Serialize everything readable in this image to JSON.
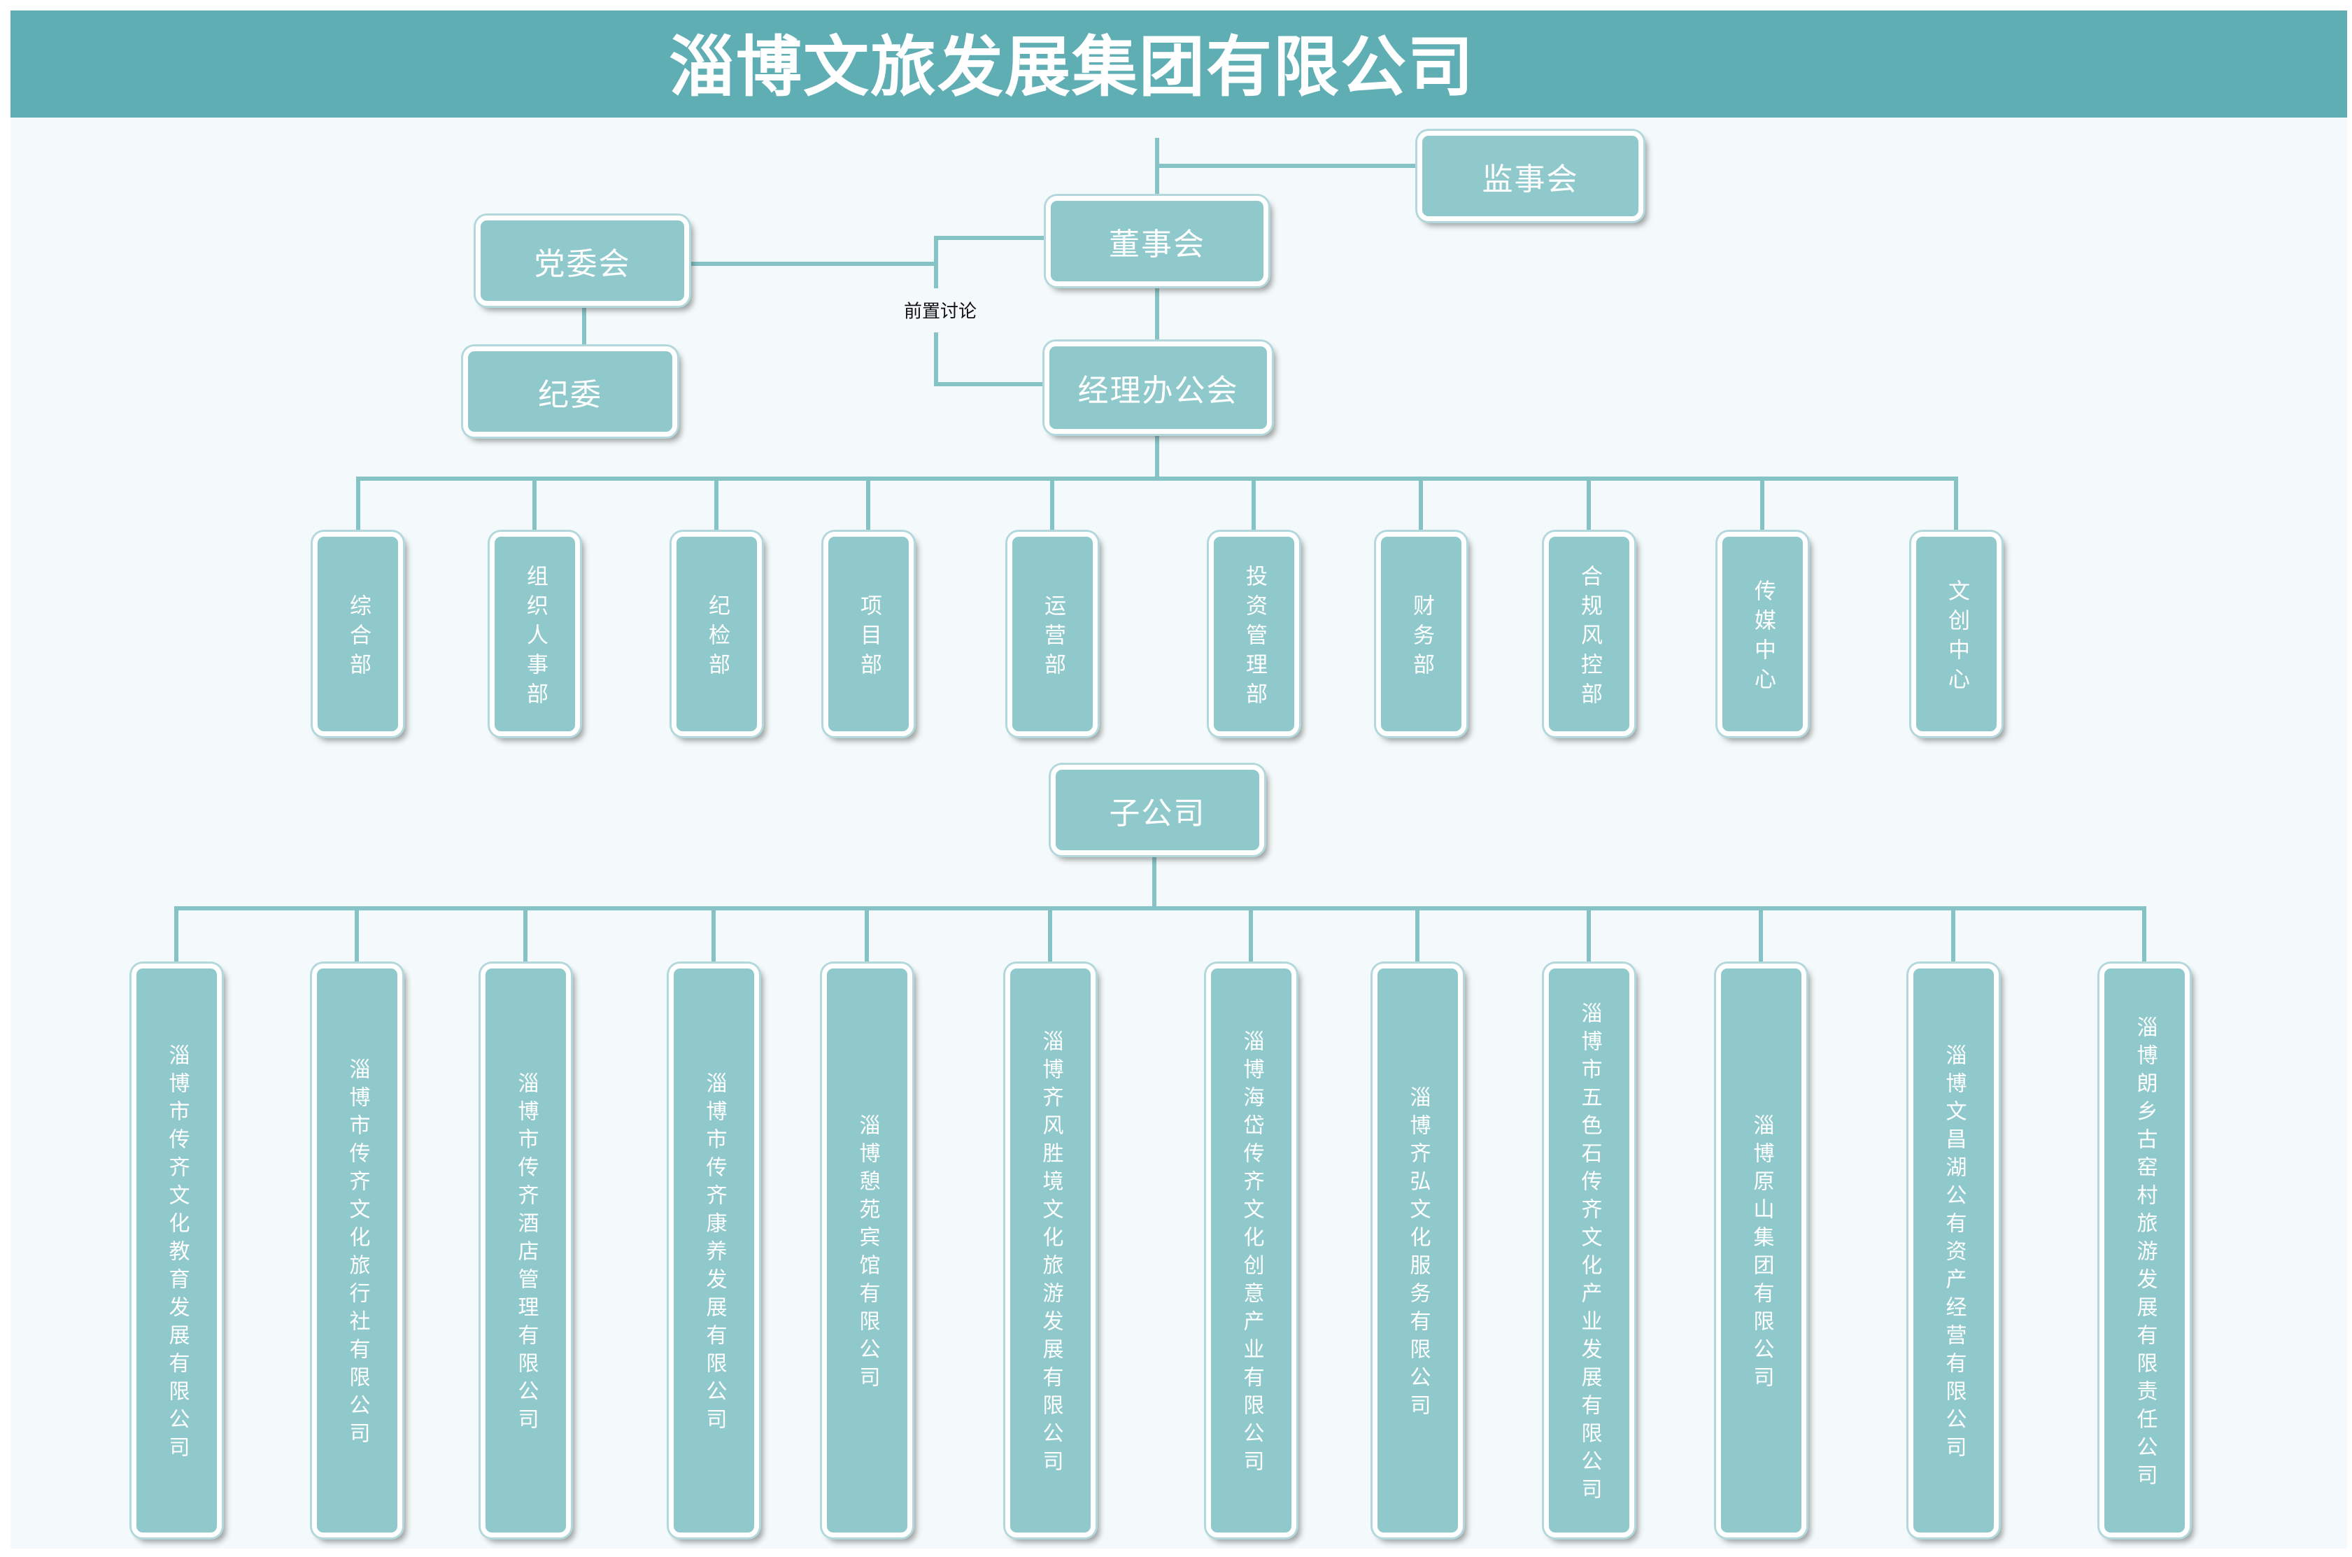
{
  "title": "淄博文旅发展集团有限公司",
  "governance": {
    "supervisory_board": "监事会",
    "board_of_directors": "董事会",
    "party_committee": "党委会",
    "discipline_committee": "纪委",
    "general_manager_office": "经理办公会",
    "pre_discussion_label": "前置讨论"
  },
  "departments": [
    "综合部",
    "组织人事部",
    "纪检部",
    "项目部",
    "运营部",
    "投资管理部",
    "财务部",
    "合规风控部",
    "传媒中心",
    "文创中心"
  ],
  "subsidiaries_header": "子公司",
  "subsidiaries": [
    "淄博市传齐文化教育发展有限公司",
    "淄博市传齐文化旅行社有限公司",
    "淄博市传齐酒店管理有限公司",
    "淄博市传齐康养发展有限公司",
    "淄博憩苑宾馆有限公司",
    "淄博齐风胜境文化旅游发展有限公司",
    "淄博海岱传齐文化创意产业有限公司",
    "淄博齐弘文化服务有限公司",
    "淄博市五色石传齐文化产业发展有限公司",
    "淄博原山集团有限公司",
    "淄博文昌湖公有资产经营有限公司",
    "淄博朗乡古窑村旅游发展有限责任公司"
  ],
  "colors": {
    "banner": "#5eaeb4",
    "node_fill": "#8fc9cc",
    "connector": "#85c3c6",
    "title_text": "#ffffff"
  }
}
